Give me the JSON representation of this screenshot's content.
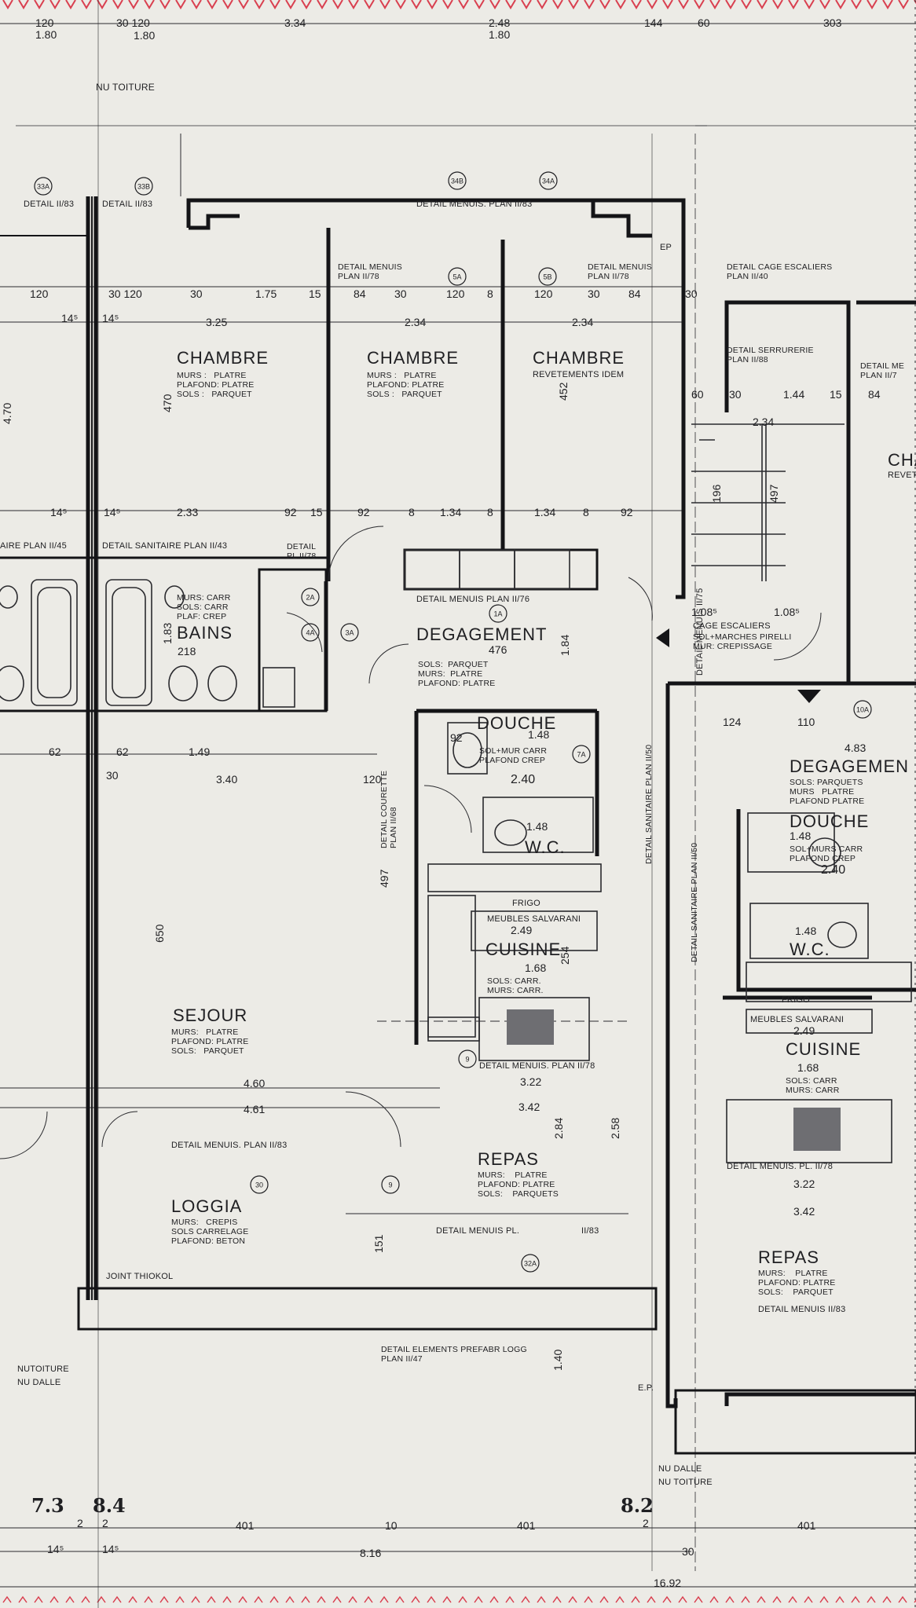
{
  "colors": {
    "paper": "#ecebe6",
    "ink": "#1f1f22",
    "border_marks": "#d94050"
  },
  "room_names": {
    "chambre_1": "CHAMBRE",
    "chambre_2": "CHAMBRE",
    "chambre_3": "CHAMBRE",
    "chambre_right_partial": "CHA",
    "bains": "BAINS",
    "degagement": "DEGAGEMENT",
    "degagement_right": "DEGAGEMEN",
    "douche": "DOUCHE",
    "douche_right": "DOUCHE",
    "wc": "W.C.",
    "wc_right": "W.C.",
    "cuisine": "CUISINE",
    "cuisine_right": "CUISINE",
    "sejour": "SEJOUR",
    "loggia": "LOGGIA",
    "repas": "REPAS",
    "repas_right": "REPAS",
    "cage_escaliers": "CAGE ESCALIERS",
    "frigo": "FRIGO",
    "frigo_right": "FRIGO"
  },
  "finishes": {
    "chambre_1": "MURS :   PLATRE\nPLAFOND: PLATRE\nSOLS :   PARQUET",
    "chambre_2": "MURS :   PLATRE\nPLAFOND: PLATRE\nSOLS :   PARQUET",
    "chambre_3": "REVETEMENTS IDEM",
    "chambre_right": "REVET",
    "bains": "MURS: CARR\nSOLS: CARR\nPLAF: CREP",
    "degagement": "SOLS:  PARQUET\nMURS:  PLATRE\nPLAFOND: PLATRE",
    "degagement_right": "SOLS: PARQUETS\nMURS   PLATRE\nPLAFOND PLATRE",
    "douche": "SOL+MUR CARR\nPLAFOND CREP",
    "douche_right": "SOL+MURS CARR\nPLAFOND CREP",
    "cuisine": "SOLS: CARR.\nMURS: CARR.",
    "cuisine_right": "SOLS: CARR\nMURS: CARR",
    "sejour": "MURS:   PLATRE\nPLAFOND: PLATRE\nSOLS:   PARQUET",
    "loggia": "MURS:   CREPIS\nSOLS CARRELAGE\nPLAFOND: BETON",
    "repas": "MURS:    PLATRE\nPLAFOND: PLATRE\nSOLS:    PARQUETS",
    "repas_right": "MURS:    PLATRE\nPLAFOND: PLATRE\nSOLS:    PARQUET",
    "cage_escaliers": "SOL+MARCHES PIRELLI\nMUR: CREPISSAGE"
  },
  "notes": {
    "nu_toiture_top": "NU TOITURE",
    "nu_toiture_left": "NUTOITURE",
    "nu_dalle_left": "NU DALLE",
    "nu_dalle_bottom": "NU DALLE",
    "nu_toiture_bottom": "NU TOITURE",
    "detail_1183_a": "DETAIL II/83",
    "detail_1183_b": "DETAIL II/83",
    "detail_menuis_top": "DETAIL MENUIS. PLAN II/83",
    "detail_menuis_278": "DETAIL MENUIS\nPLAN II/78",
    "detail_menuis_278b": "DETAIL MENUIS\nPLAN II/78",
    "detail_cage": "DETAIL CAGE ESCALIERS\nPLAN II/40",
    "detail_serrurerie": "DETAIL SERRURERIE\nPLAN II/88",
    "detail_menuis_right": "DETAIL ME\nPLAN II/7",
    "detail_sanitaire_45": "AIRE PLAN II/45",
    "detail_sanitaire_43": "DETAIL SANITAIRE PLAN II/43",
    "detail_pl78": "DETAIL\nPL II/78",
    "detail_menuis_276": "DETAIL MENUIS PLAN II/76",
    "detail_menuis_78_kitchen": "DETAIL MENUIS. PLAN II/78",
    "detail_menuis_pl78_right": "DETAIL MENUIS. PL. II/78",
    "detail_menuis_1183_loggia": "DETAIL MENUIS. PLAN II/83",
    "detail_menuis_pl": "DETAIL    MENUIS PL.",
    "detail_menuis_1183_right": "DETAIL MENUIS II/83",
    "detail_repas_1183": "II/83",
    "meubles_1": "MEUBLES SALVARANI",
    "meubles_2": "MEUBLES SALVARANI",
    "jointhiokol": "JOINT THIOKOL",
    "detail_prefabr": "DETAIL ELEMENTS PREFABR LOGG\nPLAN II/47",
    "detail_courette": "DETAIL COURETTE\nPLAN II/68",
    "detail_sanitaire_50": "DETAIL SANITAIRE PLAN II/50",
    "detail_sanitaire_50b": "DETAIL SANITAIRE PLAN II/50",
    "detail_menuis_1175": "DETAIL MENUIS II/75",
    "ep_1": "EP",
    "ep_2": "E.P.",
    "axis_73": "7.3",
    "axis_84": "8.4",
    "axis_82": "8.2"
  },
  "dimensions": {
    "top_120_180": "120\n1.80",
    "top_30_120": "30 120",
    "top_180b": "1.80",
    "top_334": "3.34",
    "top_248": "2.48\n1.80",
    "top_144": "144",
    "top_60": "60",
    "top_303": "303",
    "row_120": "120",
    "row_30_120": "30 120",
    "row_30": "30",
    "row_175": "1.75",
    "row_15": "15",
    "row_84": "84",
    "row_30b": "30",
    "row_120b": "120",
    "row_8": "8",
    "row_120c": "120",
    "row_30c": "30",
    "row_84b": "84",
    "row_30d": "30",
    "r2_325": "3.25",
    "r2_234": "2.34",
    "r2_234b": "2.34",
    "r2_14_5": "14⁵",
    "r2_14_5b": "14⁵",
    "mid_233": "2.33",
    "mid_92": "92",
    "mid_15": "15",
    "mid_92b": "92",
    "mid_8": "8",
    "mid_134": "1.34",
    "mid_8b": "8",
    "mid_134b": "1.34",
    "mid_8c": "8",
    "mid_92c": "92",
    "mid_14_5": "14⁵",
    "mid_14_5b": "14⁵",
    "v_470": "470",
    "v_452": "452",
    "v_497": "497",
    "v_196": "196",
    "v_470l": "4.70",
    "bains_218": "218",
    "bains_183": "1.83",
    "degag_476": "476",
    "degag_184": "1.84",
    "deg_r_483": "4.83",
    "stair_108": "1.08⁵",
    "stair_108b": "1.08⁵",
    "stair_110": "110",
    "stair_124": "124",
    "stair_144": "1.44",
    "stair_234": "2.34",
    "stair_60": "60",
    "stair_30": "30",
    "stair_84": "84",
    "stair_15": "15",
    "low_62": "62",
    "low_62b": "62",
    "low_149": "1.49",
    "low_340": "3.40",
    "low_120": "120",
    "low_30": "30",
    "sej_650": "650",
    "sej_497": "497",
    "kit_249": "2.49",
    "kit_168": "1.68",
    "kit_254": "254",
    "kit_322": "3.22",
    "kit_342": "3.42",
    "kit_460": "4.60",
    "kit_461": "4.61",
    "dou_148": "1.48",
    "dou_92": "92",
    "dou_240": "2.40",
    "wc_148": "1.48",
    "kr_249": "2.49",
    "kr_168": "1.68",
    "kr_148": "1.48",
    "kr_148b": "1.48",
    "kr_240": "2.40",
    "kr_322": "3.22",
    "kr_342": "3.42",
    "rep_284": "2.84",
    "rep_258": "2.58",
    "rep_151": "151",
    "rep_140": "1.40",
    "bot_401": "401",
    "bot_401b": "401",
    "bot_401c": "401",
    "bot_816": "8.16",
    "bot_1692": "16.92",
    "bot_10": "10",
    "bot_30": "30",
    "bot_14_5": "14⁵",
    "bot_14_5b": "14⁵",
    "bot_2": "2",
    "bot_2b": "2",
    "bot_2c": "2"
  },
  "tags": [
    "33A",
    "33B",
    "34B",
    "34A",
    "5A",
    "5B",
    "2A",
    "3A",
    "4A",
    "1A",
    "9",
    "30",
    "32A",
    "9",
    "10A",
    "7A"
  ]
}
